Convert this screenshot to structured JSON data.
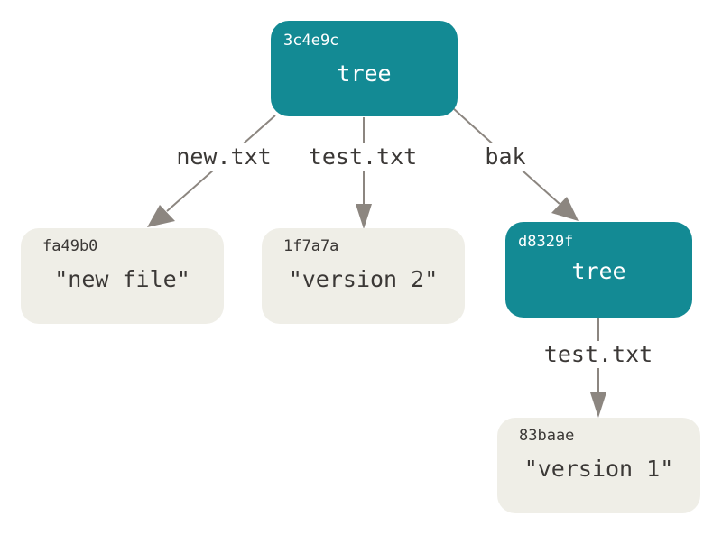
{
  "colors": {
    "tree_fill": "#138a94",
    "blob_fill": "#efeee7",
    "arrow": "#8c8680",
    "text_dark": "#3b3836",
    "text_light": "#ffffff"
  },
  "nodes": {
    "root_tree": {
      "hash": "3c4e9c",
      "content": "tree"
    },
    "new_file_blob": {
      "hash": "fa49b0",
      "content": "\"new file\""
    },
    "version2_blob": {
      "hash": "1f7a7a",
      "content": "\"version 2\""
    },
    "bak_tree": {
      "hash": "d8329f",
      "content": "tree"
    },
    "version1_blob": {
      "hash": "83baae",
      "content": "\"version 1\""
    }
  },
  "edges": {
    "root_to_new": {
      "label": "new.txt"
    },
    "root_to_test": {
      "label": "test.txt"
    },
    "root_to_bak": {
      "label": "bak"
    },
    "bak_to_test": {
      "label": "test.txt"
    }
  }
}
